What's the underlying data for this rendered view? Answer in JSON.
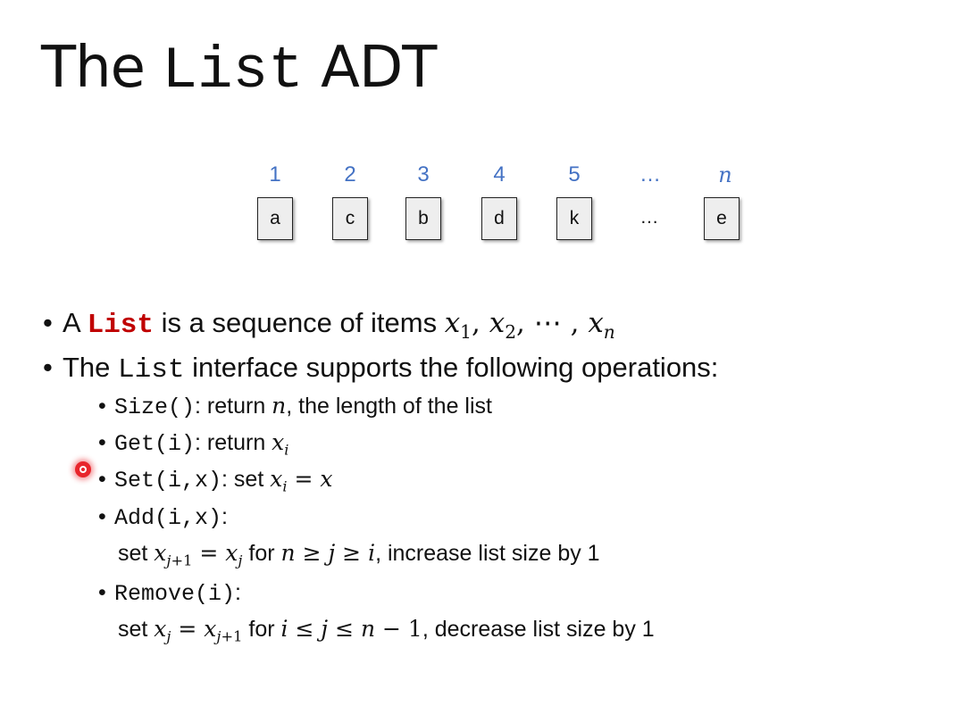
{
  "slide": {
    "title_pre": "The ",
    "title_code": "List",
    "title_post": " ADT"
  },
  "array_diagram": {
    "indices": [
      "1",
      "2",
      "3",
      "4",
      "5",
      "…",
      "n"
    ],
    "items": [
      "a",
      "c",
      "b",
      "d",
      "k",
      "…",
      "e"
    ]
  },
  "bullets": {
    "b1": {
      "pre": "A ",
      "code": "List",
      "post": " is a sequence of items "
    },
    "b2": {
      "pre": "The ",
      "code": "List",
      "post": " interface supports the following operations:"
    },
    "size": {
      "sig": "Size()",
      "colon": ":",
      "desc_pre": " return ",
      "desc_var": "n",
      "desc_post": ", the length of the list"
    },
    "get": {
      "sig": "Get(i)",
      "colon": ":",
      "desc_pre": " return "
    },
    "set": {
      "sig": "Set(i,x)",
      "colon": ":",
      "desc_pre": " set "
    },
    "add": {
      "sig": "Add(i,x)",
      "colon": ":",
      "detail_set": "set ",
      "detail_for": " for ",
      "detail_post": ", increase list size by 1"
    },
    "remove": {
      "sig": "Remove(i)",
      "colon": ":",
      "detail_set": "set ",
      "detail_for": " for ",
      "detail_post": ", decrease list size by 1"
    }
  },
  "colors": {
    "index_blue": "#4472c4",
    "keyword_red": "#c00000",
    "laser_pointer": "#e8262c"
  }
}
